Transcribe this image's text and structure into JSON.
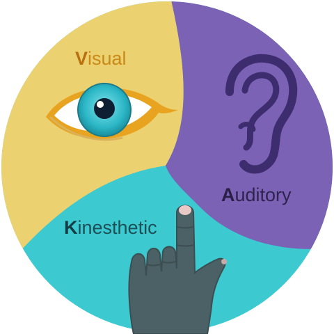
{
  "segments": [
    {
      "id": "visual",
      "label_initial": "V",
      "label_rest": "isual",
      "color": "#ecd170",
      "label_color": "#c98a1a",
      "initial_color": "#b9700f",
      "icon": "eye-icon"
    },
    {
      "id": "auditory",
      "label_initial": "A",
      "label_rest": "uditory",
      "color": "#7b62b5",
      "label_color": "#2f2450",
      "initial_color": "#2a1f47",
      "icon": "ear-icon"
    },
    {
      "id": "kinesthetic",
      "label_initial": "K",
      "label_rest": "inesthetic",
      "color": "#3cc9d0",
      "label_color": "#1d4f57",
      "initial_color": "#143c44",
      "icon": "pointing-hand-icon"
    }
  ],
  "colors": {
    "eye_iris": "#2bb6c6",
    "eye_outline": "#e8a420",
    "ear": "#3d2c6e",
    "hand": "#4b6165"
  }
}
